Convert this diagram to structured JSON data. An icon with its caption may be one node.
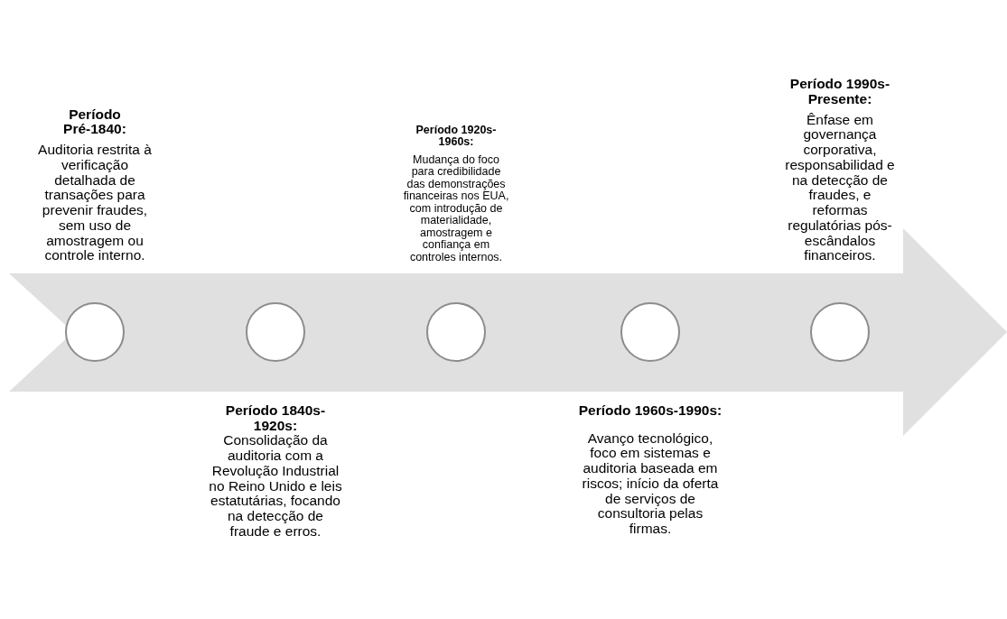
{
  "diagram": {
    "nodes": [
      {
        "text": [],
        "shape": "arrow"
      },
      {
        "text": [],
        "shape": "circle",
        "in": 0,
        "beside": [
          "Período Pré-1840:",
          "Auditoria restrita à verificação detalhada de transações para prevenir fraudes, sem uso de amostragem ou controle interno."
        ]
      },
      {
        "text": [],
        "shape": "circle",
        "in": 0,
        "beside": [
          "**Período 1840s-1920s**:",
          "Consolidação da auditoria com a Revolução Industrial no Reino Unido e leis estatutárias, focando na detecção de fraude e erros."
        ]
      },
      {
        "text": [],
        "shape": "circle",
        "in": 0,
        "beside": [
          "**Período 1920s-1960s**:",
          "Mudança do foco para credibilidade das demonstrações financeiras nos EUA, com introdução de materialidade, amostragem e confiança em controles internos."
        ]
      },
      {
        "text": [],
        "shape": "circle",
        "in": 0,
        "beside": [
          "**Período 1960s-1990s**:",
          "Avanço tecnológico, foco em sistemas e auditoria baseada em riscos; início da oferta de serviços de consultoria pelas firmas."
        ]
      },
      {
        "text": [],
        "shape": "circle",
        "in": 0,
        "beside": [
          "Período 1990s-Presente:",
          "Ênfase em governança corporativa, responsabilidad e na detecção de fraudes, e reformas regulatórias pós-escândalos financeiros."
        ]
      }
    ]
  }
}
